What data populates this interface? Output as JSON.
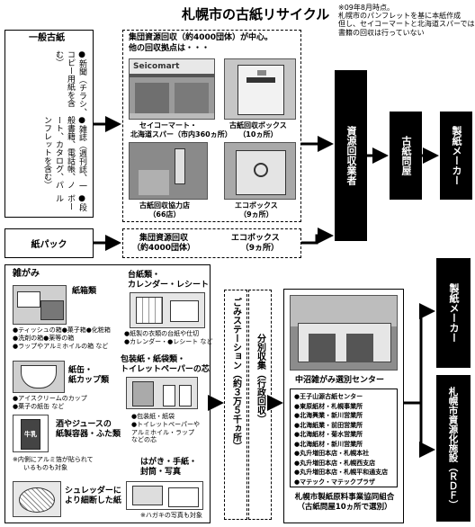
{
  "title": "札幌市の古紙リサイクル",
  "note": [
    "※09年8月時点。",
    "札幌市のパンフレットを基に本紙作成",
    "但し、セイコーマートと北海道スパーでは、",
    "書籍の回収は行っていない"
  ],
  "general": {
    "header": "一般古紙",
    "items": [
      "●新聞（チラシ、コピー用紙を含む）",
      "●雑誌（週刊誌、一般書籍、電話帳、ノート、カタログ、パンフレットを含む）",
      "●段ボール"
    ]
  },
  "collection": {
    "heading": "集団資源回収（約4000団体）が中心。",
    "sub": "他の回収拠点は・・・",
    "seico_sign": "Seicomart",
    "seico_caption": [
      "セイコーマート・",
      "北海道スパー（市内360ヵ所）"
    ],
    "box_caption": [
      "古紙回収ボックス",
      "（10ヵ所）"
    ],
    "shop_caption": [
      "古紙回収協力店",
      "（66店）"
    ],
    "eco_caption": [
      "エコボックス",
      "（9ヵ所）"
    ]
  },
  "pack": {
    "label": "紙パック",
    "group": [
      "集団資源回収",
      "（約4000団体）"
    ],
    "eco": [
      "エコボックス",
      "（9ヵ所）"
    ]
  },
  "flow": {
    "dealer": "資源回収業者",
    "wholesaler": "古紙問屋",
    "maker": "製紙メーカー"
  },
  "misc": {
    "header": "雑がみ",
    "box_label": "紙箱類",
    "box_notes": [
      "●ティッシュの箱●菓子箱●化粧箱",
      "●洗剤の箱●薬等の箱",
      "●ラップやアルミホイルの箱 など"
    ],
    "card_label": [
      "台紙類・",
      "カレンダー・レシート"
    ],
    "card_notes": [
      "●紙製の衣類の台紙や仕切",
      "●カレンダー・●レシート など"
    ],
    "bag_label": [
      "包装紙・紙袋類・",
      "トイレットペーパーの芯"
    ],
    "bag_notes": [
      "●包装紙・紙袋",
      "●トイレットペーパーや",
      "アルミホイル・ラップ",
      "などの芯"
    ],
    "cup_label": [
      "紙缶・",
      "紙カップ類"
    ],
    "cup_notes": [
      "●アイスクリームのカップ",
      "●菓子の紙缶 など"
    ],
    "juice_label": [
      "酒やジュースの",
      "紙製容器・ふた類"
    ],
    "juice_note": [
      "※内側にアルミ箔が貼られて",
      "いるものも対象"
    ],
    "card2_label": [
      "はがき・手紙・",
      "封筒・写真"
    ],
    "card2_note": "※ハガキの写真も対象",
    "shred_label": [
      "シュレッダーに",
      "より細断した紙"
    ],
    "milk_text": "牛乳"
  },
  "station": {
    "left": "ごみステーション（約３万５千ヵ所）",
    "right": "分別収集（行政回収）"
  },
  "center": {
    "title": "中沼雑がみ選別センター",
    "companies": [
      "●王子山源古紙センター",
      "●東原紙材・札幌事業所",
      "●北海興業・新川営業所",
      "●北海紙業・前田営業所",
      "●北海紙材・菊水営業所",
      "●北海紙材・新川営業所",
      "●丸升増田本店・札幌本社",
      "●丸升増田本店・札幌西支店",
      "●丸升増田本店・札幌平和通支店",
      "●マテック・マテックプラザ"
    ],
    "footer": [
      "札幌市製紙原料事業協同組合",
      "（古紙問屋10ヵ所で選別）"
    ]
  },
  "outputs": {
    "maker2": "製紙メーカー",
    "rdf": "札幌市資源化施設（ＲＤＦ）"
  }
}
